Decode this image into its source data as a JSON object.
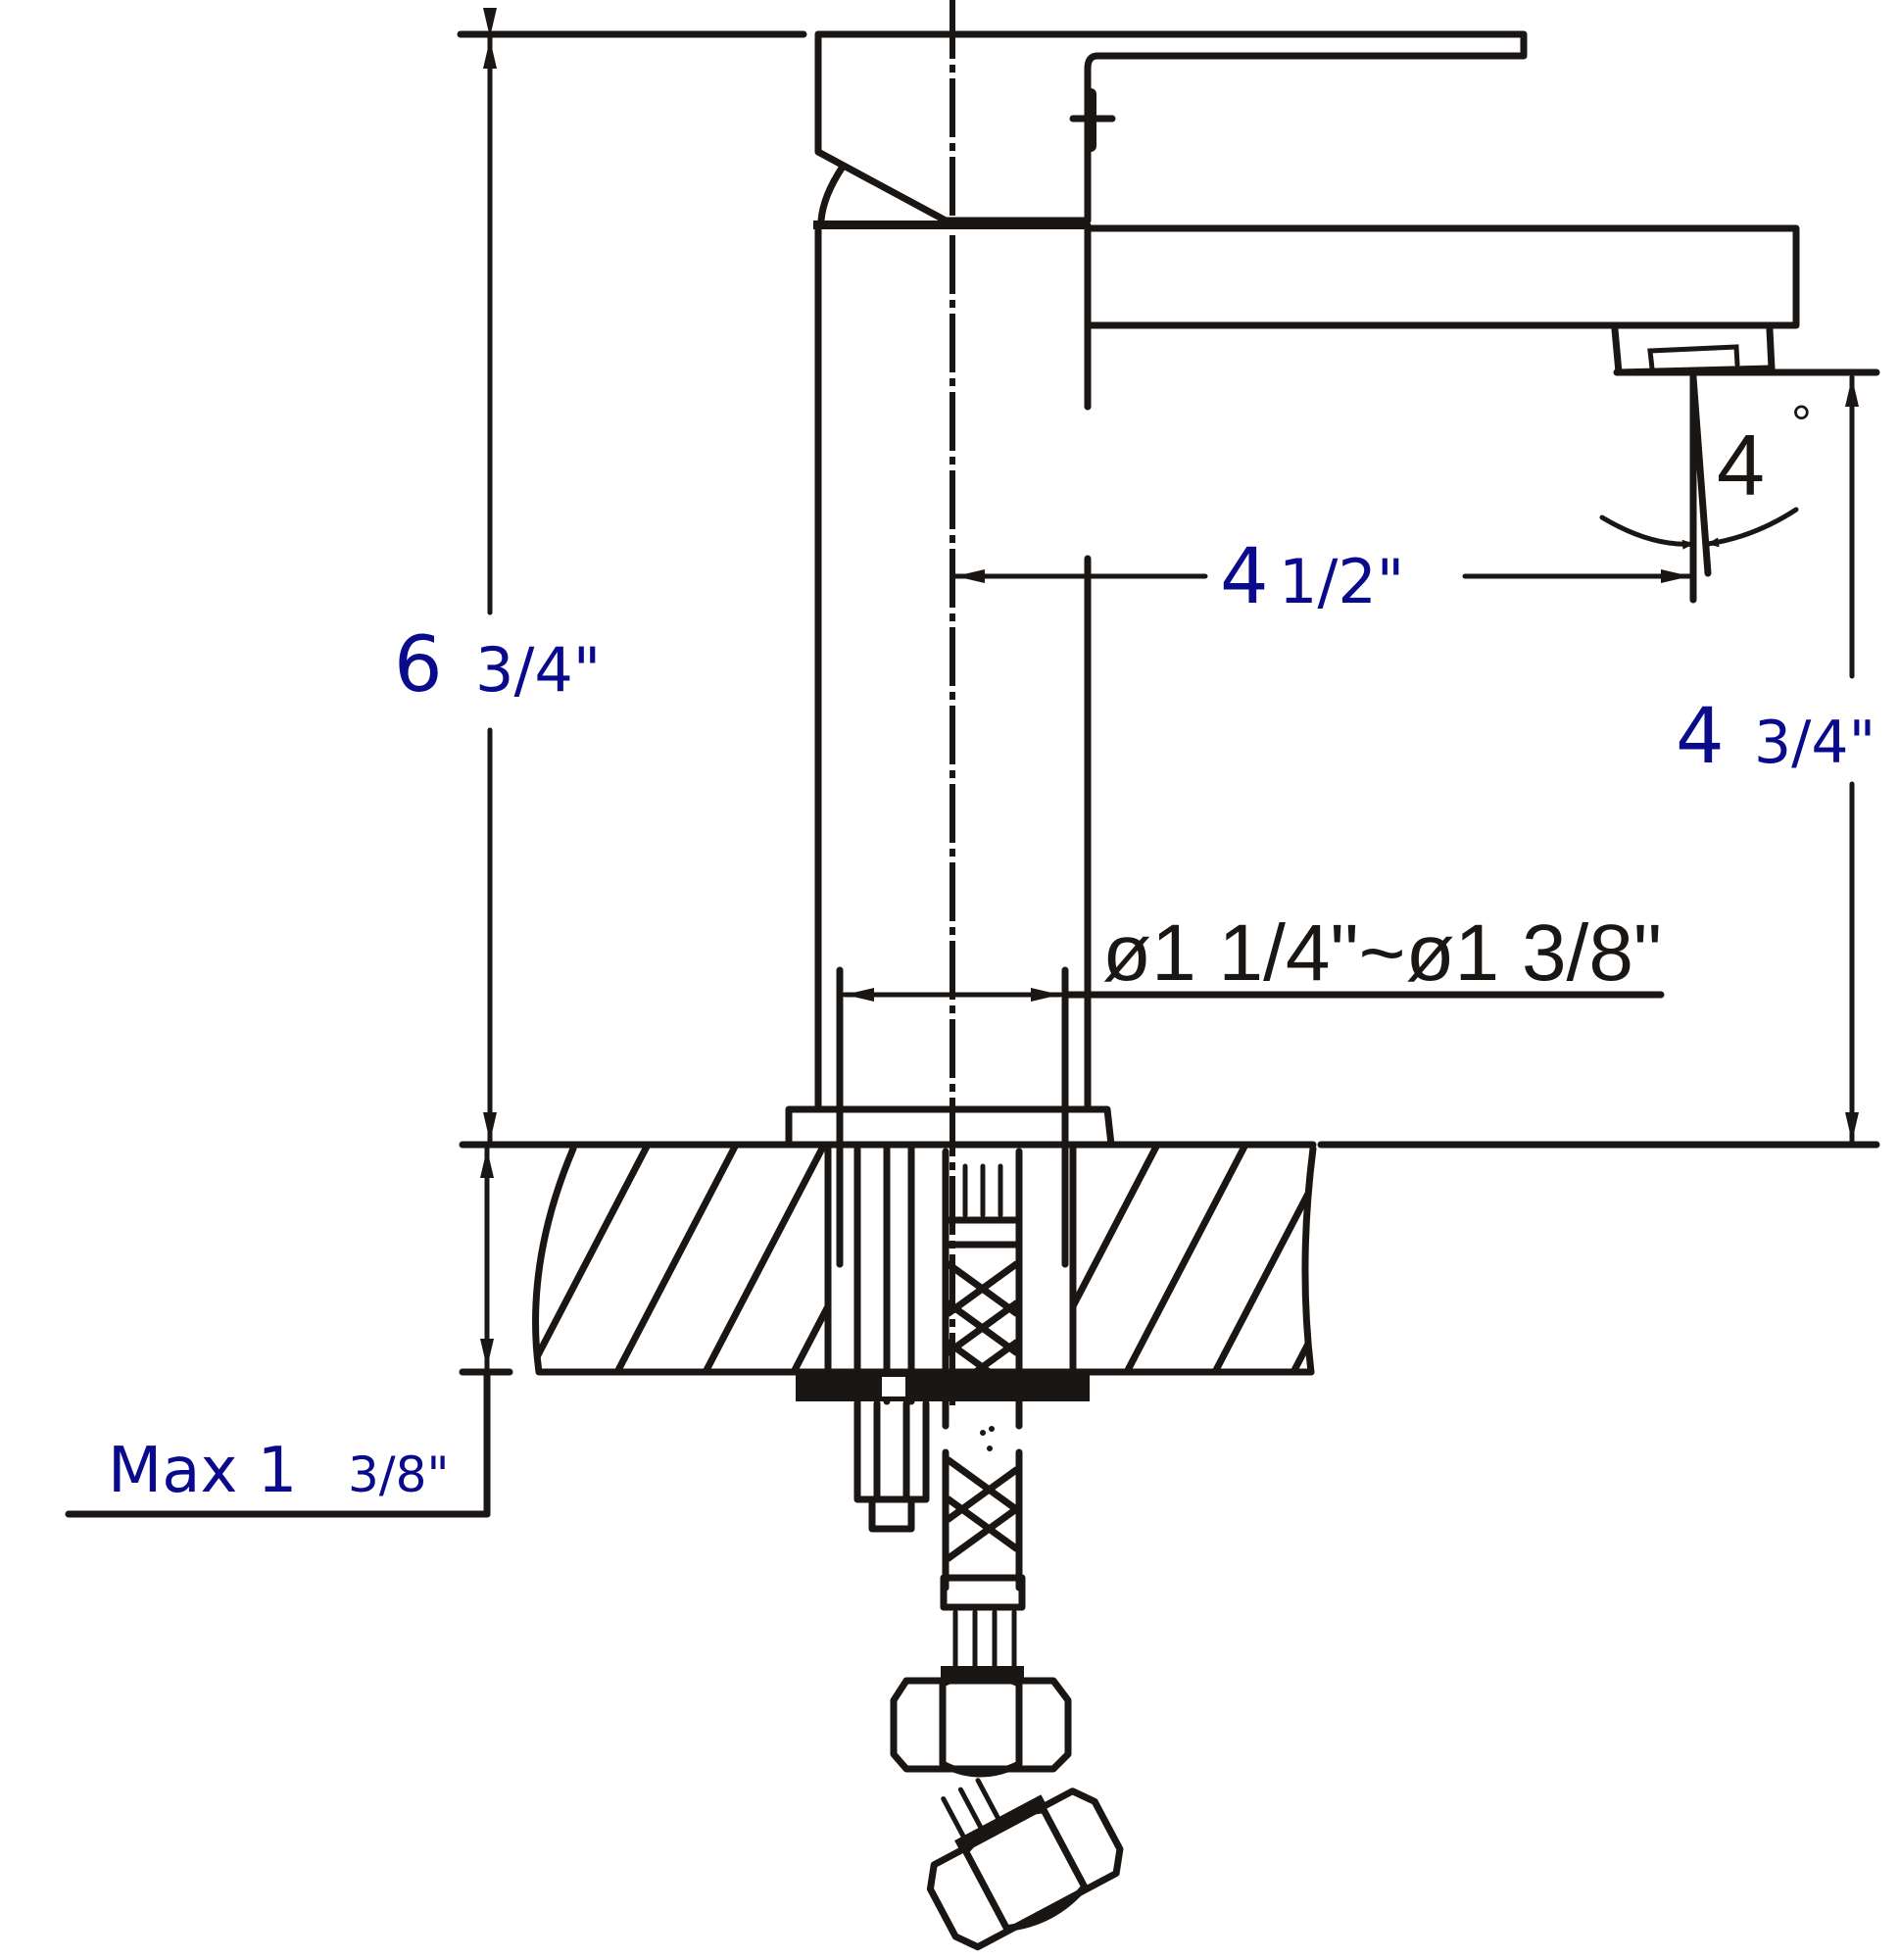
{
  "diagram": {
    "subject": "Single-hole bathroom faucet side elevation with under-counter installation",
    "colors": {
      "line": "#1a1614",
      "dimension_text_blue": "#0a0a8c",
      "dimension_text_black": "#1a1614",
      "background": "#ffffff"
    },
    "dimensions": {
      "overall_height": {
        "whole": "6",
        "fraction": "3/4\""
      },
      "spout_reach": {
        "whole": "4",
        "fraction": "1/2\""
      },
      "spout_height": {
        "whole": "4",
        "fraction": "3/4\""
      },
      "spout_angle": {
        "value": "4",
        "unit": "°"
      },
      "hole_diameter": {
        "text": "ø1 1/4\"~ø1 3/8\""
      },
      "max_counter_thickness": {
        "prefix": "Max 1",
        "fraction": "3/8\""
      }
    },
    "components": [
      "handle-lever",
      "faucet-body",
      "spout",
      "aerator",
      "base-flange",
      "countertop-section",
      "mounting-bolt",
      "braided-supply-hose",
      "compression-nut",
      "angled-fitting-nut"
    ]
  }
}
